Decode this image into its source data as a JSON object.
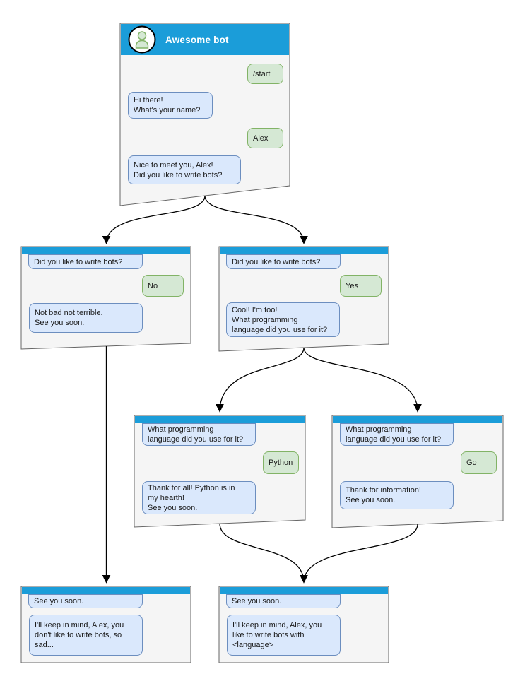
{
  "colors": {
    "header": "#1b9dd9",
    "winfill": "#f5f5f5",
    "winborder": "#666666",
    "botfill": "#dae8fc",
    "botborder": "#6c8ebf",
    "userfill": "#d5e8d4",
    "userborder": "#82b366",
    "textcolor": "#1a1a1a",
    "connector": "#000000"
  },
  "windows": [
    {
      "name": "root",
      "title": "Awesome bot",
      "messages": [
        {
          "from": "user",
          "text": "/start"
        },
        {
          "from": "bot",
          "text": "Hi there!\nWhat's your name?"
        },
        {
          "from": "user",
          "text": "Alex"
        },
        {
          "from": "bot",
          "text": "Nice to meet you, Alex!\nDid you like to write bots?"
        }
      ]
    },
    {
      "name": "branch-no",
      "messages": [
        {
          "from": "bot",
          "text": "Did you like to write bots?"
        },
        {
          "from": "user",
          "text": "No"
        },
        {
          "from": "bot",
          "text": "Not bad not terrible.\nSee you soon."
        }
      ]
    },
    {
      "name": "branch-yes",
      "messages": [
        {
          "from": "bot",
          "text": "Did you like to write bots?"
        },
        {
          "from": "user",
          "text": "Yes"
        },
        {
          "from": "bot",
          "text": "Cool! I'm too!\nWhat programming\nlanguage did you use for it?"
        }
      ]
    },
    {
      "name": "branch-python",
      "messages": [
        {
          "from": "bot",
          "text": "What programming\nlanguage did you use for it?"
        },
        {
          "from": "user",
          "text": "Python"
        },
        {
          "from": "bot",
          "text": "Thank for all! Python is in\nmy hearth!\nSee you soon."
        }
      ]
    },
    {
      "name": "branch-go",
      "messages": [
        {
          "from": "bot",
          "text": "What programming\nlanguage did you use for it?"
        },
        {
          "from": "user",
          "text": "Go"
        },
        {
          "from": "bot",
          "text": "Thank for information!\nSee you soon."
        }
      ]
    },
    {
      "name": "end-no",
      "messages": [
        {
          "from": "bot",
          "text": "See you soon."
        },
        {
          "from": "bot",
          "text": "I'll keep in mind, Alex, you\ndon't like to write bots, so\nsad..."
        }
      ]
    },
    {
      "name": "end-yes",
      "messages": [
        {
          "from": "bot",
          "text": "See you soon."
        },
        {
          "from": "bot",
          "text": "I'll keep in mind, Alex, you\nlike to write bots with\n<language>"
        }
      ]
    }
  ],
  "edges": [
    {
      "from": "root",
      "to": "branch-no"
    },
    {
      "from": "root",
      "to": "branch-yes"
    },
    {
      "from": "branch-no",
      "to": "end-no"
    },
    {
      "from": "branch-yes",
      "to": "branch-python"
    },
    {
      "from": "branch-yes",
      "to": "branch-go"
    },
    {
      "from": "branch-python",
      "to": "end-yes"
    },
    {
      "from": "branch-go",
      "to": "end-yes"
    }
  ]
}
